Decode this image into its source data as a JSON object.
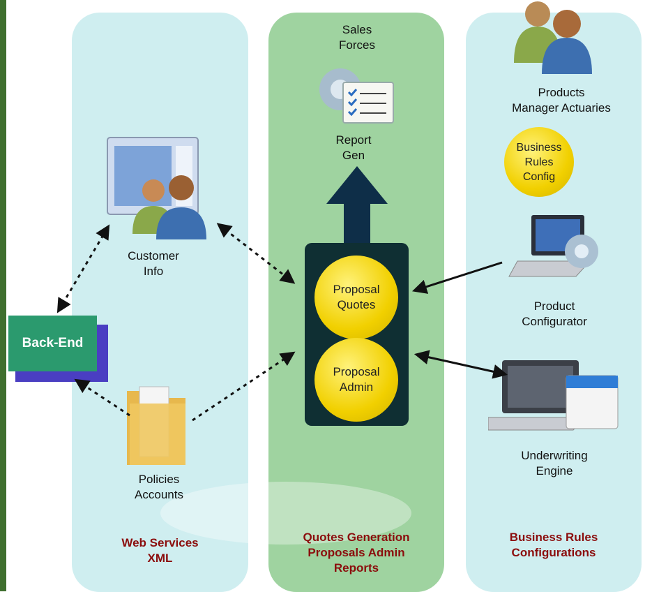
{
  "columns": {
    "left": {
      "title_line1": "Web Services",
      "title_line2": "XML"
    },
    "middle": {
      "title_line1": "Quotes Generation",
      "title_line2": "Proposals Admin",
      "title_line3": "Reports"
    },
    "right": {
      "title_line1": "Business Rules",
      "title_line2": "Configurations"
    }
  },
  "nodes": {
    "sales_forces_line1": "Sales",
    "sales_forces_line2": "Forces",
    "report_gen_line1": "Report",
    "report_gen_line2": "Gen",
    "customer_info_line1": "Customer",
    "customer_info_line2": "Info",
    "policies_accounts_line1": "Policies",
    "policies_accounts_line2": "Accounts",
    "products_manager_line1": "Products",
    "products_manager_line2": "Manager Actuaries",
    "business_rules_config": "Business\nRules\nConfig",
    "product_configurator_line1": "Product",
    "product_configurator_line2": "Configurator",
    "underwriting_engine_line1": "Underwriting",
    "underwriting_engine_line2": "Engine",
    "proposal_quotes": "Proposal\nQuotes",
    "proposal_admin": "Proposal\nAdmin",
    "back_end": "Back-End"
  },
  "icons": {
    "sales_forces": "gear-report-icon",
    "customer_info": "users-window-icon",
    "policies_accounts": "folder-icon",
    "products_manager": "users-icon",
    "product_configurator": "laptop-gear-icon",
    "underwriting_engine": "laptop-calendar-icon"
  },
  "colors": {
    "left_column": "#cfeef0",
    "middle_column": "#9fd3a0",
    "right_column": "#cfeef0",
    "column_title": "#8b0d0d",
    "dark_box": "#0f2f33",
    "coin": "#f1d000",
    "back_end": "#2b9a6e",
    "back_end_shadow": "#4a3ec2",
    "upload_arrow": "#0e2e48"
  }
}
